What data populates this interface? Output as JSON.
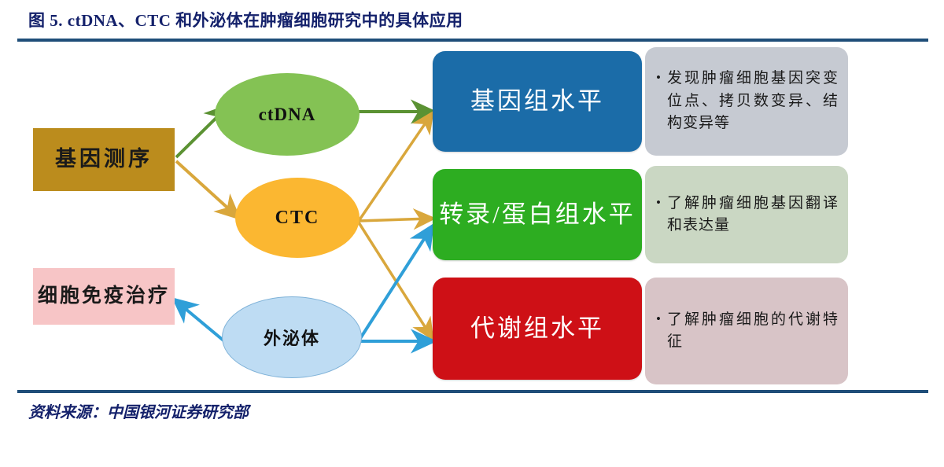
{
  "figure": {
    "title": "图 5. ctDNA、CTC 和外泌体在肿瘤细胞研究中的具体应用",
    "source_note": "资料来源：中国银河证券研究部",
    "accent_color": "#1f4e79",
    "title_color": "#14216b"
  },
  "sources": {
    "gene_sequencing": {
      "label": "基因测序",
      "color": "#bb8c1d"
    },
    "cell_immunotherapy": {
      "label": "细胞免疫治疗",
      "color": "#f7c5c6"
    }
  },
  "analytes": {
    "ctdna": {
      "label": "ctDNA",
      "color": "#84c254"
    },
    "ctc": {
      "label": "CTC",
      "color": "#fbb731"
    },
    "exosome": {
      "label": "外泌体",
      "color": "#bedcf3"
    }
  },
  "levels": {
    "genome": {
      "label": "基因组水平",
      "color": "#1b6ca8"
    },
    "transcript_protein": {
      "label": "转录/蛋白组水平",
      "color": "#2dad21"
    },
    "metabolome": {
      "label": "代谢组水平",
      "color": "#ce1016"
    }
  },
  "descriptions": {
    "genome": {
      "bullet": "•",
      "text": "发现肿瘤细胞基因突变位点、拷贝数变异、结构变异等",
      "color": "#c6cad2"
    },
    "transcript_protein": {
      "bullet": "•",
      "text": "了解肿瘤细胞基因翻译和表达量",
      "color": "#cad7c3"
    },
    "metabolome": {
      "bullet": "•",
      "text": "了解肿瘤细胞的代谢特征",
      "color": "#d8c4c7"
    }
  },
  "arrow_colors": {
    "green": "#5b9233",
    "gold": "#d9a73c",
    "blue": "#2f9fd8"
  }
}
